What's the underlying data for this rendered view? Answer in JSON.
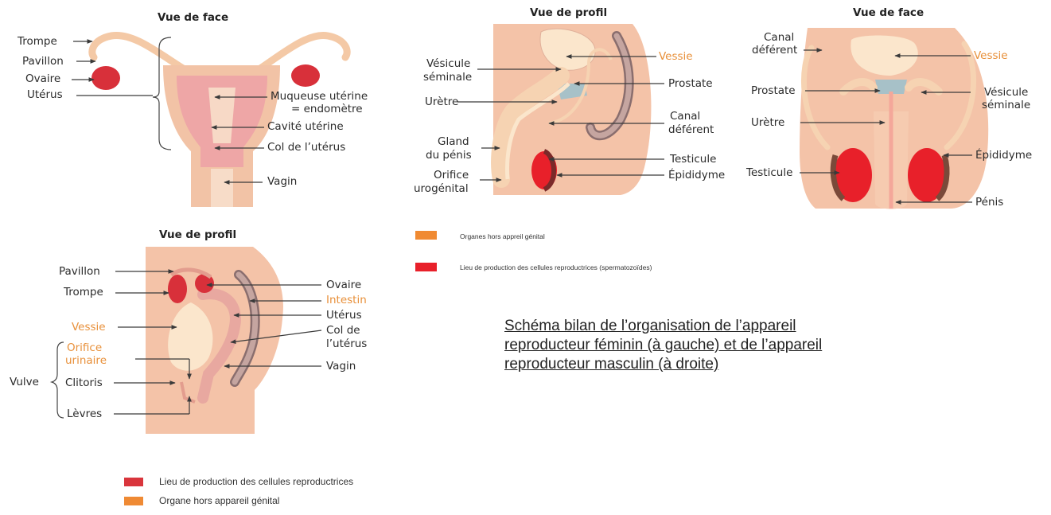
{
  "female_front": {
    "title": "Vue de face",
    "labels": {
      "trompe": "Trompe",
      "pavillon": "Pavillon",
      "ovaire": "Ovaire",
      "uterus": "Utérus",
      "muqueuse_1": "Muqueuse utérine",
      "muqueuse_2": "= endomètre",
      "cavite": "Cavité utérine",
      "col": "Col de l’utérus",
      "vagin": "Vagin"
    }
  },
  "female_profile": {
    "title": "Vue de profil",
    "labels": {
      "pavillon": "Pavillon",
      "trompe": "Trompe",
      "vessie": "Vessie",
      "orifice_1": "Orifice",
      "orifice_2": "urinaire",
      "clitoris": "Clitoris",
      "levres": "Lèvres",
      "vulve": "Vulve",
      "ovaire": "Ovaire",
      "intestin": "Intestin",
      "uterus": "Utérus",
      "col_1": "Col de",
      "col_2": "l’utérus",
      "vagin": "Vagin"
    },
    "legend": [
      {
        "color": "#d9353c",
        "text": "Lieu de production des cellules reproductrices"
      },
      {
        "color": "#ef8a34",
        "text": "Organe hors appareil génital"
      }
    ]
  },
  "male_profile": {
    "title": "Vue de profil",
    "labels": {
      "vesicule_1": "Vésicule",
      "vesicule_2": "séminale",
      "uretre": "Urètre",
      "gland_1": "Gland",
      "gland_2": "du pénis",
      "orifice_1": "Orifice",
      "orifice_2": "urogénital",
      "vessie": "Vessie",
      "prostate": "Prostate",
      "canal_1": "Canal",
      "canal_2": "déférent",
      "testicule": "Testicule",
      "epididyme": "Épididyme"
    },
    "legend": [
      {
        "color": "#f08a32",
        "text": "Organes hors appreil génital"
      },
      {
        "color": "#e8202a",
        "text": "Lieu de production des cellules reproductrices (spermatozoïdes)"
      }
    ]
  },
  "male_front": {
    "title": "Vue de face",
    "labels": {
      "canal_1": "Canal",
      "canal_2": "déférent",
      "prostate": "Prostate",
      "uretre": "Urètre",
      "testicule": "Testicule",
      "vessie": "Vessie",
      "vesicule_1": "Vésicule",
      "vesicule_2": "séminale",
      "epididyme": "Épididyme",
      "penis": "Pénis"
    }
  },
  "caption": {
    "line1": "Schéma bilan de l’organisation de l’appareil",
    "line2": "reproducteur féminin (à gauche) et de l’appareil",
    "line3": "reproducteur masculin (à droite)"
  }
}
